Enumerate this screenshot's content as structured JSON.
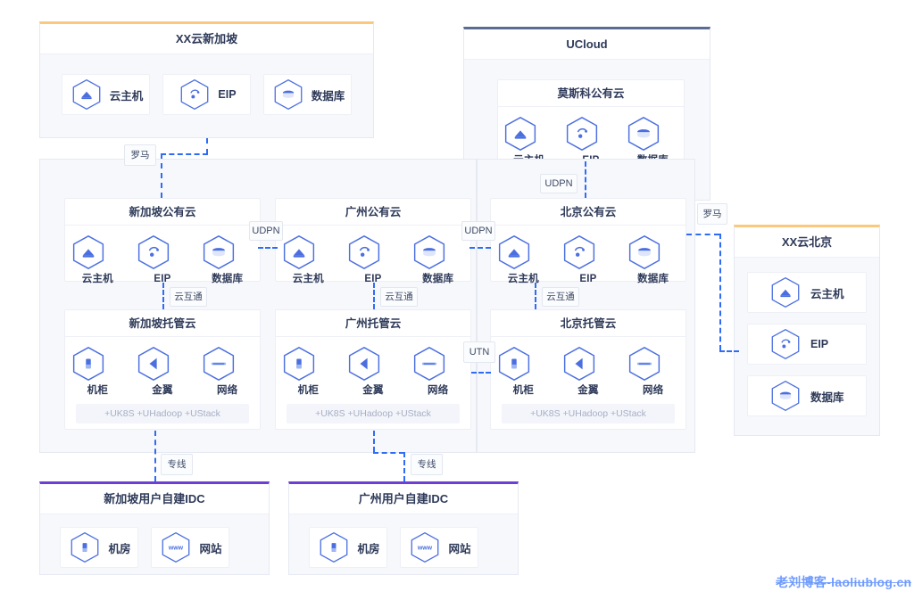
{
  "diagram": {
    "watermark": "老刘博客-laoliublog.cn"
  },
  "xx_cloud_singapore": {
    "title": "XX云新加坡",
    "accent": "#fbc87e",
    "resources": [
      {
        "icon": "cloud-host-icon",
        "label": "云主机"
      },
      {
        "icon": "eip-icon",
        "label": "EIP"
      },
      {
        "icon": "database-icon",
        "label": "数据库"
      }
    ]
  },
  "ucloud": {
    "title": "UCloud",
    "accent": "#5b6b93",
    "moscow": {
      "title": "莫斯科公有云",
      "resources": [
        {
          "icon": "cloud-host-icon",
          "label": "云主机"
        },
        {
          "icon": "eip-icon",
          "label": "EIP"
        },
        {
          "icon": "database-icon",
          "label": "数据库"
        }
      ]
    }
  },
  "regions": [
    {
      "public": {
        "title": "新加坡公有云",
        "resources": [
          {
            "icon": "cloud-host-icon",
            "label": "云主机"
          },
          {
            "icon": "eip-icon",
            "label": "EIP"
          },
          {
            "icon": "database-icon",
            "label": "数据库"
          }
        ]
      },
      "hosted": {
        "title": "新加坡托管云",
        "resources": [
          {
            "icon": "cabinet-icon",
            "label": "机柜"
          },
          {
            "icon": "bare-metal-icon",
            "label": "金翼"
          },
          {
            "icon": "network-icon",
            "label": "网络"
          }
        ],
        "addons": "+UK8S +UHadoop +UStack"
      }
    },
    {
      "public": {
        "title": "广州公有云",
        "resources": [
          {
            "icon": "cloud-host-icon",
            "label": "云主机"
          },
          {
            "icon": "eip-icon",
            "label": "EIP"
          },
          {
            "icon": "database-icon",
            "label": "数据库"
          }
        ]
      },
      "hosted": {
        "title": "广州托管云",
        "resources": [
          {
            "icon": "cabinet-icon",
            "label": "机柜"
          },
          {
            "icon": "bare-metal-icon",
            "label": "金翼"
          },
          {
            "icon": "network-icon",
            "label": "网络"
          }
        ],
        "addons": "+UK8S +UHadoop +UStack"
      }
    },
    {
      "public": {
        "title": "北京公有云",
        "resources": [
          {
            "icon": "cloud-host-icon",
            "label": "云主机"
          },
          {
            "icon": "eip-icon",
            "label": "EIP"
          },
          {
            "icon": "database-icon",
            "label": "数据库"
          }
        ]
      },
      "hosted": {
        "title": "北京托管云",
        "resources": [
          {
            "icon": "cabinet-icon",
            "label": "机柜"
          },
          {
            "icon": "bare-metal-icon",
            "label": "金翼"
          },
          {
            "icon": "network-icon",
            "label": "网络"
          }
        ],
        "addons": "+UK8S +UHadoop +UStack"
      }
    }
  ],
  "xx_cloud_beijing": {
    "title": "XX云北京",
    "accent": "#fbc87e",
    "resources": [
      {
        "icon": "cloud-host-icon",
        "label": "云主机"
      },
      {
        "icon": "eip-icon",
        "label": "EIP"
      },
      {
        "icon": "database-icon",
        "label": "数据库"
      }
    ]
  },
  "idc": [
    {
      "title": "新加坡用户自建IDC",
      "accent": "#6b3fd4",
      "resources": [
        {
          "icon": "server-room-icon",
          "label": "机房"
        },
        {
          "icon": "website-icon",
          "label": "网站"
        }
      ]
    },
    {
      "title": "广州用户自建IDC",
      "accent": "#6b3fd4",
      "resources": [
        {
          "icon": "server-room-icon",
          "label": "机房"
        },
        {
          "icon": "website-icon",
          "label": "网站"
        }
      ]
    }
  ],
  "connectors": [
    {
      "id": "roma-left",
      "label": "罗马"
    },
    {
      "id": "udpn-moscow",
      "label": "UDPN"
    },
    {
      "id": "udpn-left",
      "label": "UDPN"
    },
    {
      "id": "udpn-right",
      "label": "UDPN"
    },
    {
      "id": "roma-right",
      "label": "罗马"
    },
    {
      "id": "hu-sg",
      "label": "云互通"
    },
    {
      "id": "hu-gz",
      "label": "云互通"
    },
    {
      "id": "hu-bj",
      "label": "云互通"
    },
    {
      "id": "utn",
      "label": "UTN"
    },
    {
      "id": "line-sg",
      "label": "专线"
    },
    {
      "id": "line-gz",
      "label": "专线"
    }
  ]
}
